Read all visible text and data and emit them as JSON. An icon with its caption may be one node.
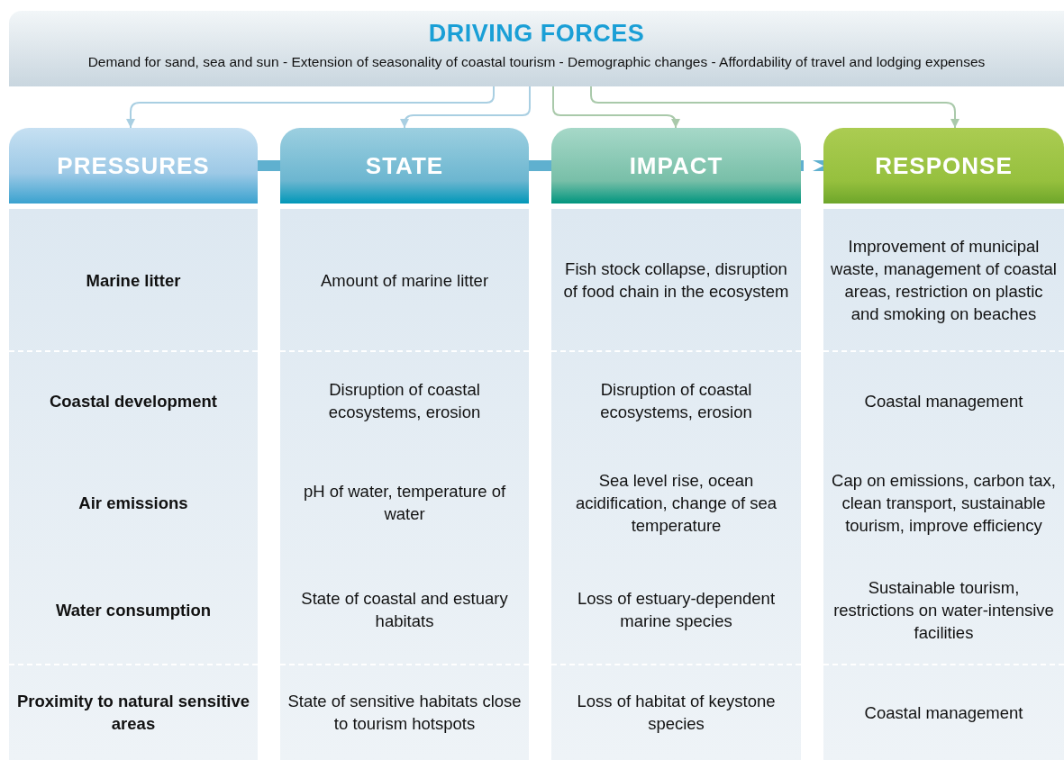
{
  "diagram": {
    "nodes": [
      {
        "text": [
          "DRIVING FORCES",
          "Demand for sand, sea and sun - Extension of seasonality of coastal tourism - Demographic changes - Affordability of travel and lodging expenses"
        ]
      },
      {
        "text": [
          "PRESSURES"
        ]
      },
      {
        "text": [
          "Marine litter"
        ],
        "in": 1
      },
      {
        "text": [
          "Coastal development"
        ],
        "in": 1
      },
      {
        "text": [
          "Air emissions"
        ],
        "in": 1
      },
      {
        "text": [
          "Water consumption"
        ],
        "in": 1
      },
      {
        "text": [
          "Proximity to natural sensitive areas"
        ],
        "in": 1
      },
      {
        "text": [
          "STATE"
        ]
      },
      {
        "text": [
          "Amount of marine litter"
        ],
        "in": 7
      },
      {
        "text": [
          "Disruption of coastal ecosystems, erosion"
        ],
        "in": 7
      },
      {
        "text": [
          "pH of water, temperature of water"
        ],
        "in": 7
      },
      {
        "text": [
          "State of coastal  and estuary habitats"
        ],
        "in": 7
      },
      {
        "text": [
          "State of sensitive habitats close to tourism hotspots"
        ],
        "in": 7
      },
      {
        "text": [
          "IMPACT"
        ]
      },
      {
        "text": [
          "Fish stock collapse, disruption of food chain in the ecosystem"
        ],
        "in": 13
      },
      {
        "text": [
          "Disruption of coastal ecosystems, erosion"
        ],
        "in": 13
      },
      {
        "text": [
          "Sea level rise, ocean acidification, change of sea temperature"
        ],
        "in": 13
      },
      {
        "text": [
          "Loss of estuary-dependent marine species"
        ],
        "in": 13
      },
      {
        "text": [
          "Loss of habitat of keystone species"
        ],
        "in": 13
      },
      {
        "text": [
          "RESPONSE"
        ]
      },
      {
        "text": [
          "Improvement of municipal waste, management of coastal areas, restriction on plastic and smoking on beaches"
        ],
        "in": 19
      },
      {
        "text": [
          "Coastal management"
        ],
        "in": 19
      },
      {
        "text": [
          "Cap on emissions, carbon tax, clean transport, sustainable tourism, improve efficiency"
        ],
        "in": 19
      },
      {
        "text": [
          "Sustainable tourism, restrictions on water-intensive facilities"
        ],
        "in": 19
      },
      {
        "text": [
          "Coastal management"
        ],
        "in": 19
      }
    ],
    "edges": [
      {
        "from": 0,
        "to": 1,
        "arrow": "to",
        "color": "#a9cfe2"
      },
      {
        "from": 0,
        "to": 7,
        "arrow": "to",
        "color": "#a9cfe2"
      },
      {
        "from": 0,
        "to": 13,
        "arrow": "to",
        "color": "#a9c9aa"
      },
      {
        "from": 0,
        "to": 19,
        "arrow": "to",
        "color": "#a9c9aa"
      },
      {
        "from": 1,
        "to": 7,
        "arrow": "none",
        "style": "thick"
      },
      {
        "from": 7,
        "to": 13,
        "arrow": "none",
        "style": "thick"
      },
      {
        "from": 13,
        "to": 19,
        "arrow": "to",
        "style": "thick"
      }
    ]
  }
}
